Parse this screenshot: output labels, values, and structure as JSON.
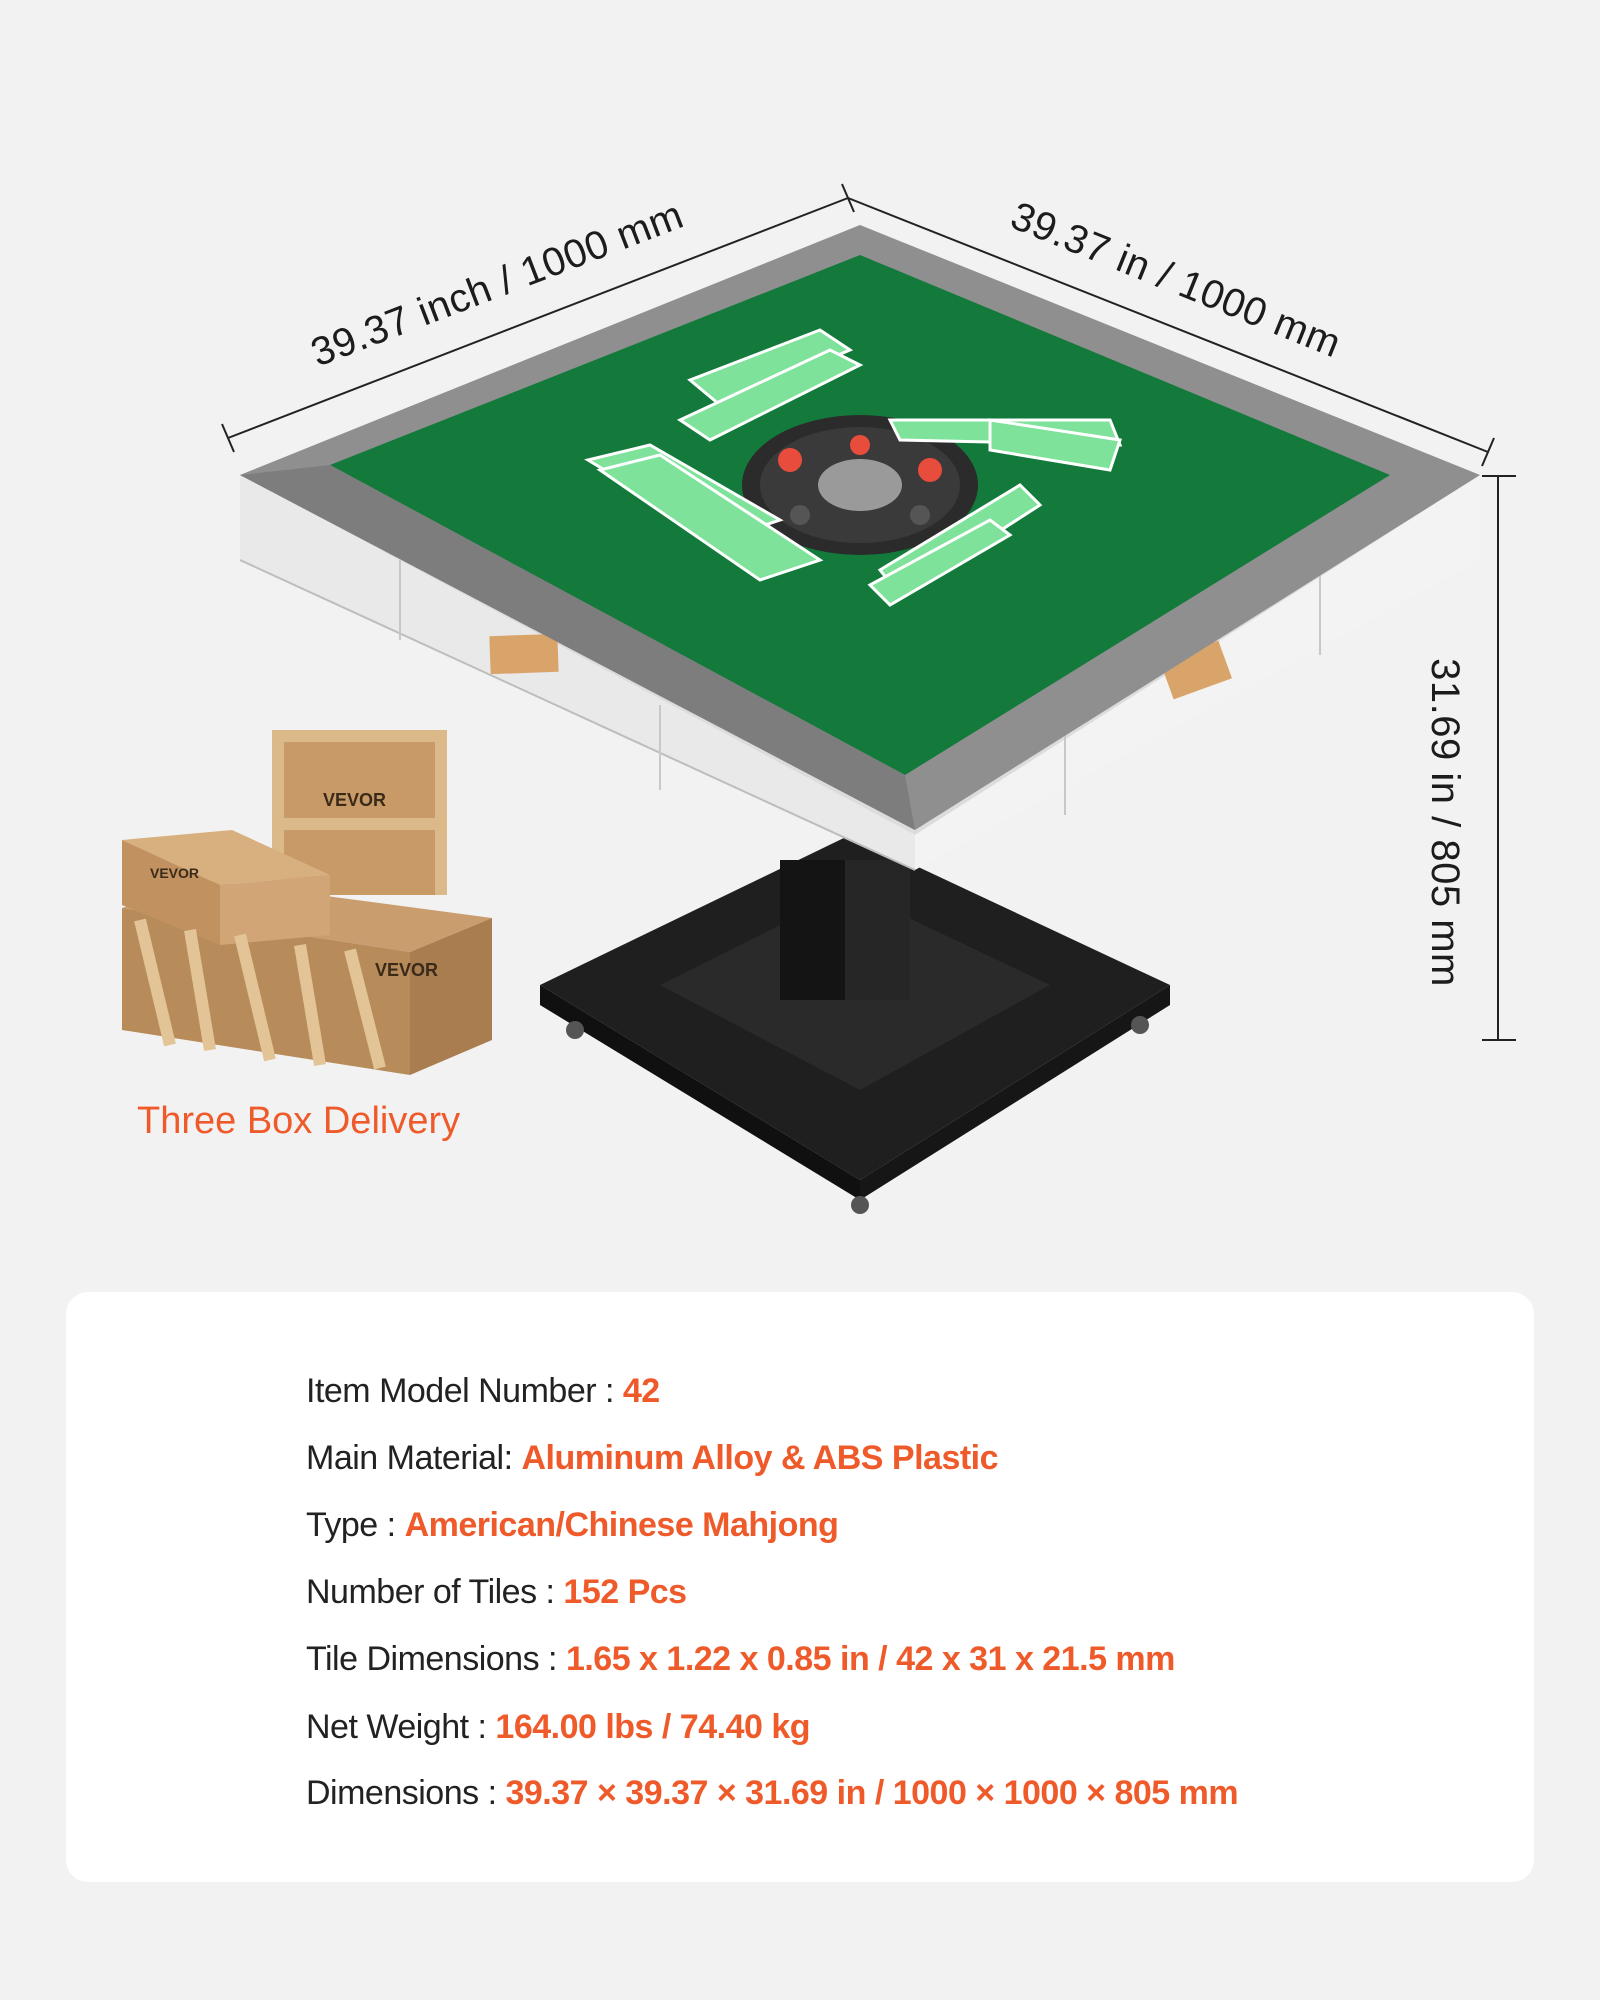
{
  "dimensions": {
    "width_label": "39.37  inch / 1000  mm",
    "depth_label": "39.37 in / 1000  mm",
    "height_label": "31.69 in / 805  mm"
  },
  "packaging": {
    "label": "Three Box Delivery",
    "brand_text": "VEVOR"
  },
  "specs": [
    {
      "label": "Item Model Number : ",
      "value": "42"
    },
    {
      "label": "Main Material: ",
      "value": "Aluminum Alloy & ABS Plastic"
    },
    {
      "label": "Type :  ",
      "value": "American/Chinese Mahjong"
    },
    {
      "label": "Number of Tiles : ",
      "value": "152 Pcs"
    },
    {
      "label": "Tile Dimensions : ",
      "value": "1.65 x 1.22 x 0.85 in / 42 x 31 x 21.5 mm"
    },
    {
      "label": "Net Weight :  ",
      "value": "164.00 lbs / 74.40 kg"
    },
    {
      "label": "Dimensions : ",
      "value": "39.37 × 39.37 × 31.69 in / 1000 × 1000 × 805 mm"
    }
  ],
  "colors": {
    "accent": "#ef5a2a",
    "felt": "#137a3c",
    "frame": "#8c8c8c",
    "background": "#f2f2f2"
  }
}
